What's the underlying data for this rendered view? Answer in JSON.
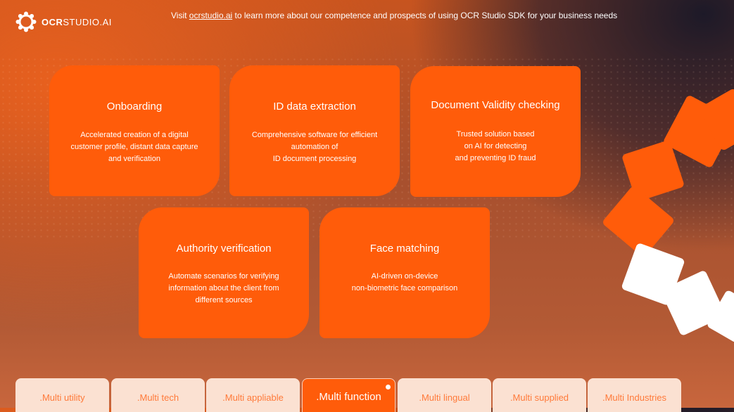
{
  "brand": {
    "logo_text_bold": "OCR",
    "logo_text_light": "STUDIO.AI"
  },
  "banner": {
    "prefix": "Visit ",
    "link": "ocrstudio.ai",
    "suffix": " to learn more about our competence and prospects of using OCR Studio SDK for your business needs"
  },
  "cards": [
    {
      "title": "Onboarding",
      "lines": [
        "Accelerated creation of a digital",
        "customer profile, distant data capture",
        "and verification"
      ]
    },
    {
      "title": "ID data extraction",
      "lines": [
        "Comprehensive software for efficient",
        "automation of",
        "ID document processing"
      ]
    },
    {
      "title": "Document Validity checking",
      "lines": [
        "Trusted solution based",
        "on AI for detecting",
        "and preventing ID fraud"
      ]
    },
    {
      "title": "Authority verification",
      "lines": [
        "Automate scenarios for verifying",
        "information about the client from",
        "different sources"
      ]
    },
    {
      "title": "Face matching",
      "lines": [
        "AI-driven on-device",
        "non-biometric face comparison"
      ]
    }
  ],
  "tabs": [
    {
      "label": ".Multi utility",
      "active": false
    },
    {
      "label": ".Multi tech",
      "active": false
    },
    {
      "label": ".Multi appliable",
      "active": false
    },
    {
      "label": ".Multi function",
      "active": true
    },
    {
      "label": ".Multi lingual",
      "active": false
    },
    {
      "label": ".Multi supplied",
      "active": false
    },
    {
      "label": ".Multi Industries",
      "active": false
    }
  ],
  "colors": {
    "accent": "#ff5c0a",
    "tab_inactive_bg": "#fbe1d2",
    "tab_inactive_text": "#ff7a3a"
  }
}
